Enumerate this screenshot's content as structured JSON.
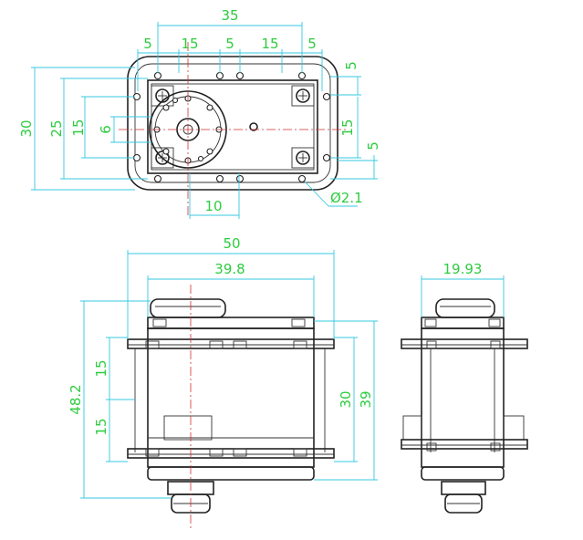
{
  "drawing": {
    "top_view": {
      "dimensions": {
        "overall_hole_span": "35",
        "edge_left": "5",
        "span_left": "15",
        "gap_center": "5",
        "span_right": "15",
        "edge_right": "5",
        "total_height": "30",
        "inner_height": "25",
        "hole_spacing_vertical": "15",
        "shaft_offset": "6",
        "right_upper": "5",
        "right_middle": "15",
        "right_lower": "5",
        "shaft_to_hole": "10",
        "hole_diameter": "Ø2.1"
      }
    },
    "front_view": {
      "dimensions": {
        "overall_width": "50",
        "body_width": "39.8",
        "overall_height": "48.2",
        "upper_section": "15",
        "lower_section": "15",
        "flange_height": "30",
        "body_height": "39"
      }
    },
    "side_view": {
      "dimensions": {
        "body_depth": "19.93"
      }
    },
    "colors": {
      "dimension_line": "#35c8e0",
      "dimension_text": "#2ecc40",
      "center_line": "#d23030",
      "outline": "#222222"
    }
  }
}
